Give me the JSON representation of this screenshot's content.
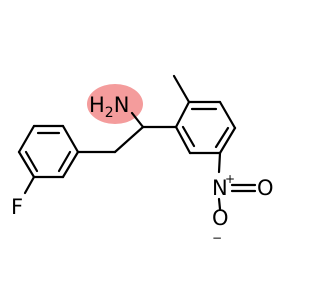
{
  "colors": {
    "background": "#ffffff",
    "bond": "#000000",
    "label_text": "#000000",
    "highlight": "#f49c9c"
  },
  "atoms": {
    "amine": {
      "element": "H",
      "subscript": "2",
      "tail": "N"
    },
    "fluorine": {
      "symbol": "F"
    },
    "nitro_nitrogen": {
      "symbol": "N",
      "charge": "+"
    },
    "oxygen_upper": {
      "symbol": "O"
    },
    "oxygen_lower": {
      "symbol": "O",
      "charge": "−"
    }
  }
}
